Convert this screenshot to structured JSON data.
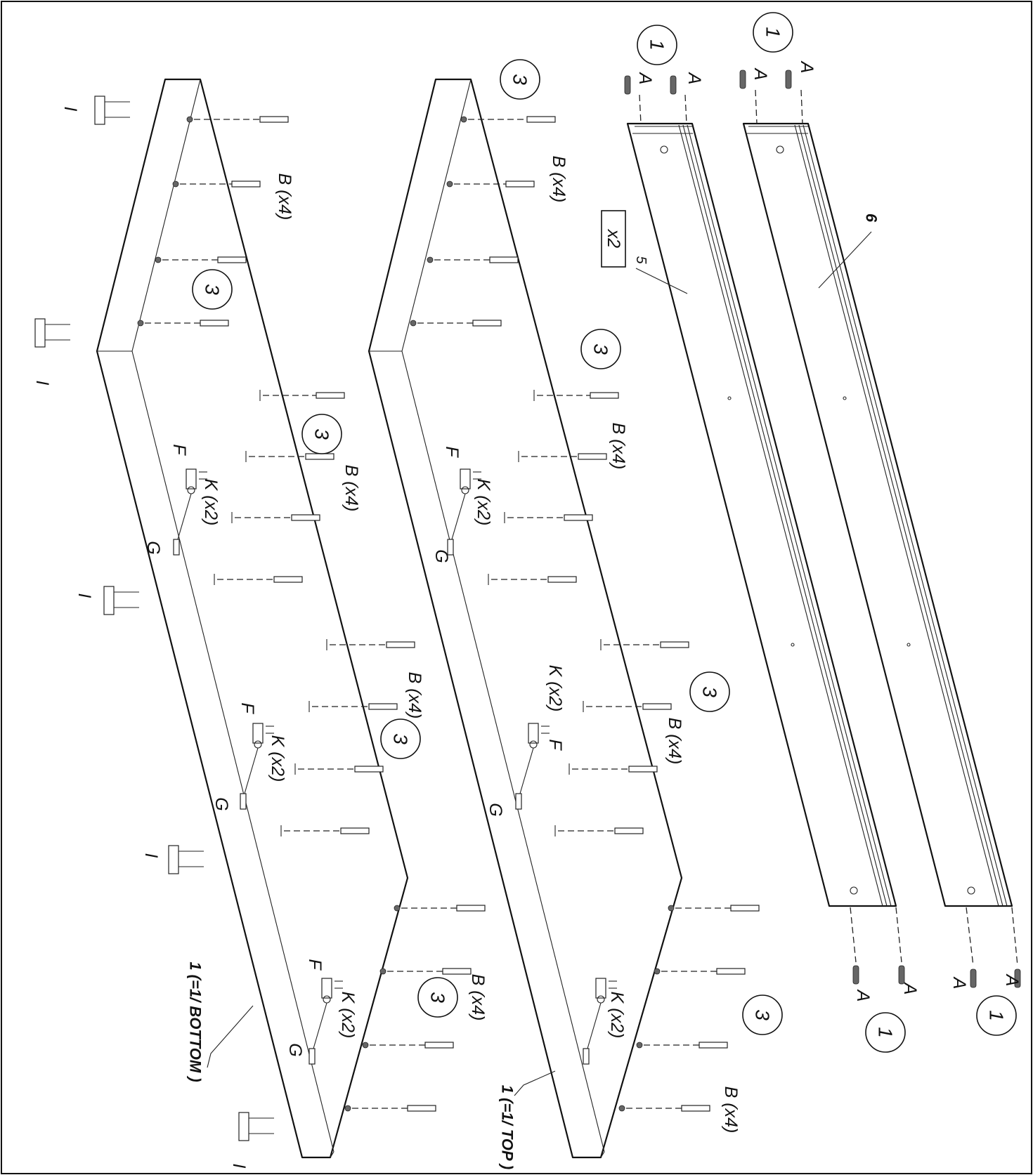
{
  "labels": {
    "part_1": "1",
    "part_3": "3",
    "part_5": "5",
    "part_6": "6",
    "qty_x2": "x2",
    "pin_a": "A",
    "dowel_b": "B (x4)",
    "cam_f": "F",
    "cam_k": "K (x2)",
    "bolt_g": "G",
    "leg_i": "I",
    "bottom_note": "1 (=1/ BOTTOM )",
    "top_note": "1 (=1/ TOP )"
  }
}
